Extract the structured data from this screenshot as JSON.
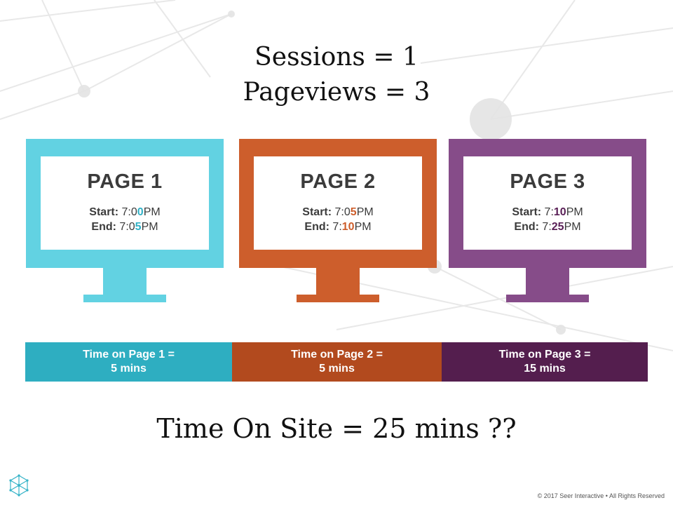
{
  "headline": {
    "sessions": "Sessions = 1",
    "pageviews": "Pageviews = 3"
  },
  "pages": [
    {
      "title": "PAGE 1",
      "start_label": "Start:",
      "start_pre": "7:0",
      "start_hl": "0",
      "start_post": "PM",
      "end_label": "End:",
      "end_pre": "7:0",
      "end_hl": "5",
      "end_post": "PM",
      "color": "#62d2e2"
    },
    {
      "title": "PAGE 2",
      "start_label": "Start:",
      "start_pre": "7:0",
      "start_hl": "5",
      "start_post": "PM",
      "end_label": "End:",
      "end_pre": "7:",
      "end_hl": "10",
      "end_post": "PM",
      "color": "#cd5e2c"
    },
    {
      "title": "PAGE 3",
      "start_label": "Start:",
      "start_pre": "7:",
      "start_hl": "10",
      "start_post": "PM",
      "end_label": "End:",
      "end_pre": "7:",
      "end_hl": "25",
      "end_post": "PM",
      "color": "#864c89"
    }
  ],
  "time_bars": [
    {
      "line1": "Time on Page 1 =",
      "line2": "5 mins",
      "color": "#2eaec1"
    },
    {
      "line1": "Time on Page 2 =",
      "line2": "5 mins",
      "color": "#b24a1e"
    },
    {
      "line1": "Time on Page 3 =",
      "line2": "15 mins",
      "color": "#541e4e"
    }
  ],
  "summary": "Time On Site = 25 mins ??",
  "footer": {
    "logo_icon": "seer-network-logo-icon",
    "copyright": "© 2017 Seer Interactive • All Rights Reserved"
  }
}
